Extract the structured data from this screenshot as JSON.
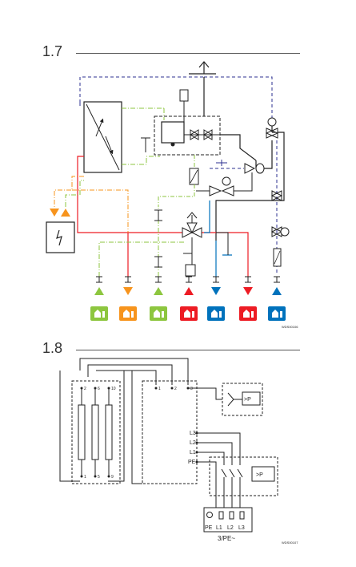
{
  "sections": [
    {
      "number": "1.7",
      "code": "WDS00106"
    },
    {
      "number": "1.8",
      "code": "WDS00107"
    }
  ],
  "hydraulic": {
    "connections": [
      {
        "icon": "heating-flow-icon",
        "color": "#8dc63f"
      },
      {
        "icon": "heating-return-icon",
        "color": "#f7941d"
      },
      {
        "icon": "heating-flow-2-icon",
        "color": "#8dc63f"
      },
      {
        "icon": "hot-water-return-icon",
        "color": "#ed1c24"
      },
      {
        "icon": "cold-water-inlet-icon",
        "color": "#0072bc"
      },
      {
        "icon": "hot-water-outlet-icon",
        "color": "#ed1c24"
      },
      {
        "icon": "cold-water-supply-icon",
        "color": "#0072bc"
      }
    ]
  },
  "electrical": {
    "terminal_block_1": [
      "2",
      "6",
      "10",
      "1",
      "5",
      "9"
    ],
    "terminal_block_2": [
      "1",
      "2",
      "3"
    ],
    "bus_labels": [
      "L3",
      "L2",
      "L1",
      "PE"
    ],
    "pressure_switch": ">P",
    "mains_terminals": [
      "PE",
      "L1",
      "L2",
      "L3"
    ],
    "supply": "3/PE~"
  },
  "colors": {
    "green": "#8dc63f",
    "orange": "#f7941d",
    "red": "#ed1c24",
    "blue": "#0072bc",
    "navy": "#2e3192"
  }
}
